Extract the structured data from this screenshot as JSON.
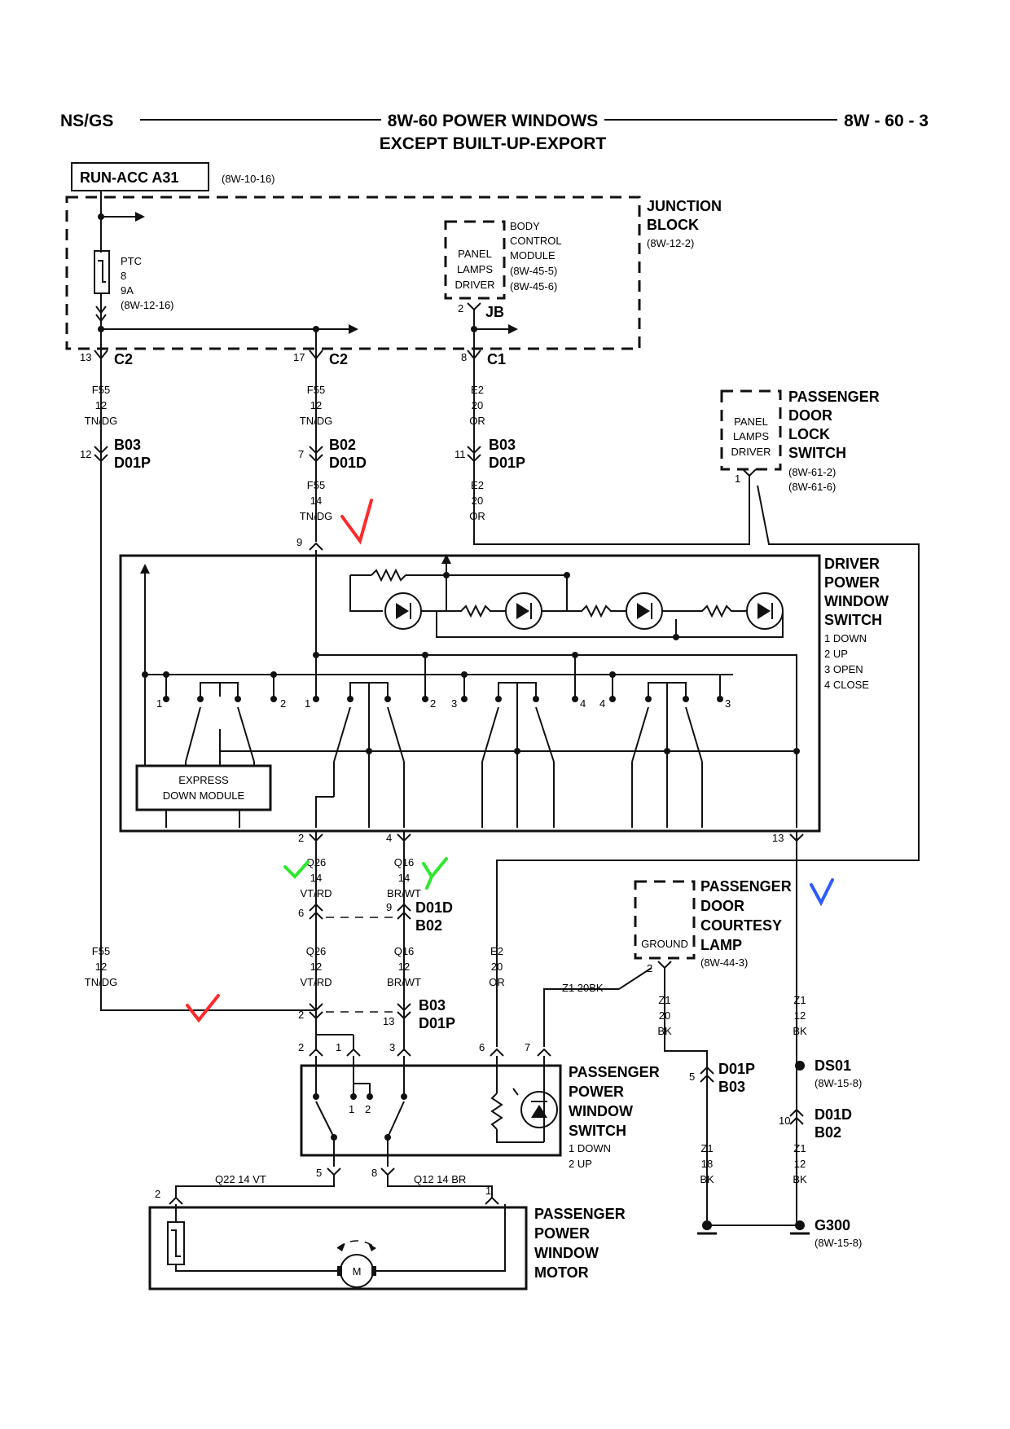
{
  "header": {
    "left": "NS/GS",
    "title_line1": "8W-60 POWER WINDOWS",
    "title_line2": "EXCEPT BUILT-UP-EXPORT",
    "page": "8W - 60 - 3"
  },
  "run_acc": {
    "label": "RUN-ACC A31",
    "ref": "(8W-10-16)"
  },
  "junction_block": {
    "line1": "JUNCTION",
    "line2": "BLOCK",
    "ref": "(8W-12-2)"
  },
  "ptc": {
    "line1": "PTC",
    "line2": "8",
    "line3": "9A",
    "ref": "(8W-12-16)"
  },
  "bcm": {
    "l1": "BODY",
    "l2": "CONTROL",
    "l3": "MODULE",
    "r1": "(8W-45-5)",
    "r2": "(8W-45-6)",
    "d1": "PANEL",
    "d2": "LAMPS",
    "d3": "DRIVER",
    "pin": "2",
    "conn": "JB"
  },
  "c2a": {
    "pin": "13",
    "conn": "C2"
  },
  "c2b": {
    "pin": "17",
    "conn": "C2"
  },
  "c1": {
    "pin": "8",
    "conn": "C1"
  },
  "w1": {
    "a": "F55",
    "b": "12",
    "c": "TN/DG"
  },
  "w2": {
    "a": "F55",
    "b": "12",
    "c": "TN/DG"
  },
  "w3": {
    "a": "E2",
    "b": "20",
    "c": "OR"
  },
  "w4": {
    "a": "F55",
    "b": "14",
    "c": "TN/DG"
  },
  "w5": {
    "a": "E2",
    "b": "20",
    "c": "OR"
  },
  "conn_b03_1": {
    "pin": "12",
    "a": "B03",
    "b": "D01P"
  },
  "conn_b02_1": {
    "pin": "7",
    "a": "B02",
    "b": "D01D"
  },
  "conn_b03_2": {
    "pin": "11",
    "a": "B03",
    "b": "D01P"
  },
  "pdls": {
    "l1": "PASSENGER",
    "l2": "DOOR",
    "l3": "LOCK",
    "l4": "SWITCH",
    "r1": "(8W-61-2)",
    "r2": "(8W-61-6)",
    "d1": "PANEL",
    "d2": "LAMPS",
    "d3": "DRIVER",
    "pin": "1"
  },
  "dpws": {
    "l1": "DRIVER",
    "l2": "POWER",
    "l3": "WINDOW",
    "l4": "SWITCH",
    "s1": "1 DOWN",
    "s2": "2 UP",
    "s3": "3 OPEN",
    "s4": "4 CLOSE",
    "pin_in": "9"
  },
  "express": {
    "l1": "EXPRESS",
    "l2": "DOWN MODULE"
  },
  "sw_nums": [
    "1",
    "2",
    "1",
    "2",
    "3",
    "4",
    "4",
    "3"
  ],
  "dpws_pins": {
    "p2": "2",
    "p4": "4",
    "p13": "13"
  },
  "w6": {
    "a": "Q26",
    "b": "14",
    "c": "VT/RD"
  },
  "w7": {
    "a": "Q16",
    "b": "14",
    "c": "BR/WT"
  },
  "conn_d01d": {
    "pin_l": "6",
    "pin_r": "9",
    "a": "D01D",
    "b": "B02"
  },
  "w8": {
    "a": "F55",
    "b": "12",
    "c": "TN/DG"
  },
  "w9": {
    "a": "Q26",
    "b": "12",
    "c": "VT/RD"
  },
  "w10": {
    "a": "Q16",
    "b": "12",
    "c": "BR/WT"
  },
  "w11": {
    "a": "E2",
    "b": "20",
    "c": "OR"
  },
  "conn_b03_3": {
    "pin_l": "2",
    "pin_r": "13",
    "a": "B03",
    "b": "D01P"
  },
  "pdcl": {
    "l1": "PASSENGER",
    "l2": "DOOR",
    "l3": "COURTESY",
    "l4": "LAMP",
    "ground": "GROUND",
    "pin": "2",
    "ref": "(8W-44-3)"
  },
  "z1_20bk": "Z1  20BK",
  "w12": {
    "a": "Z1",
    "b": "20",
    "c": "BK"
  },
  "w13": {
    "a": "Z1",
    "b": "12",
    "c": "BK"
  },
  "ppws": {
    "l1": "PASSENGER",
    "l2": "POWER",
    "l3": "WINDOW",
    "l4": "SWITCH",
    "s1": "1 DOWN",
    "s2": "2 UP",
    "p2": "2",
    "p1": "1",
    "p3": "3",
    "p6": "6",
    "p7": "7",
    "p5": "5",
    "p8": "8",
    "in1": "1",
    "in2": "2"
  },
  "ds01": {
    "a": "DS01",
    "ref": "(8W-15-8)"
  },
  "conn_d01p": {
    "pin": "5",
    "a": "D01P",
    "b": "B03"
  },
  "conn_d01d_2": {
    "pin": "10",
    "a": "D01D",
    "b": "B02"
  },
  "w14": {
    "a": "Z1",
    "b": "18",
    "c": "BK"
  },
  "w15": {
    "a": "Z1",
    "b": "12",
    "c": "BK"
  },
  "g300": {
    "a": "G300",
    "ref": "(8W-15-8)"
  },
  "q22": "Q22     14 VT",
  "q12": "Q12     14 BR",
  "motor": {
    "l1": "PASSENGER",
    "l2": "POWER",
    "l3": "WINDOW",
    "l4": "MOTOR",
    "p2": "2",
    "p1": "1",
    "m": "M"
  },
  "colors": {
    "mark_red": "#ff2a2a",
    "mark_green": "#2ee82e",
    "mark_blue": "#2f5bff"
  }
}
